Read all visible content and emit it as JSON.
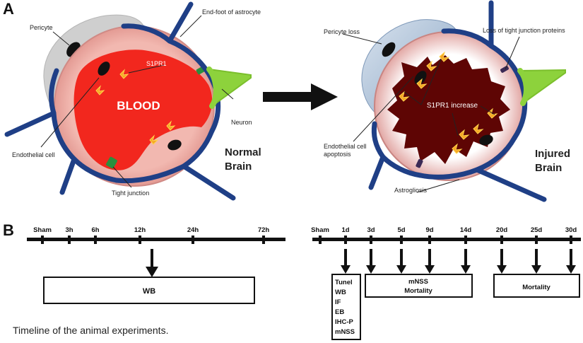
{
  "panel_a": {
    "letter": "A",
    "normal": {
      "title_line1": "Normal",
      "title_line2": "Brain",
      "blood": "BLOOD",
      "labels": {
        "pericyte": "Pericyte",
        "s1pr1": "S1PR1",
        "endfoot": "End-foot of astrocyte",
        "neuron": "Neuron",
        "endothelial": "Endothelial cell",
        "tight": "Tight junction"
      }
    },
    "injured": {
      "title_line1": "Injured",
      "title_line2": "Brain",
      "center": "S1PR1 increase",
      "labels": {
        "pericyte_loss": "Pericyte loss",
        "loss_tj": "Loss of tight junction proteins",
        "apoptosis_line1": "Endothelial cell",
        "apoptosis_line2": "apoptosis",
        "astrogliosis": "Astrogliosis"
      }
    }
  },
  "panel_b": {
    "letter": "B",
    "timeline1": {
      "ticks": [
        "Sham",
        "3h",
        "6h",
        "12h",
        "24h",
        "72h"
      ],
      "box": "WB"
    },
    "timeline2": {
      "ticks": [
        "Sham",
        "1d",
        "3d",
        "5d",
        "9d",
        "14d",
        "20d",
        "25d",
        "30d"
      ],
      "box1": [
        "Tunel",
        "WB",
        "IF",
        "EB",
        "IHC-P",
        "mNSS"
      ],
      "box2_line1": "mNSS",
      "box2_line2": "Mortality",
      "box3": "Mortality"
    }
  },
  "caption": "Timeline of the animal experiments."
}
